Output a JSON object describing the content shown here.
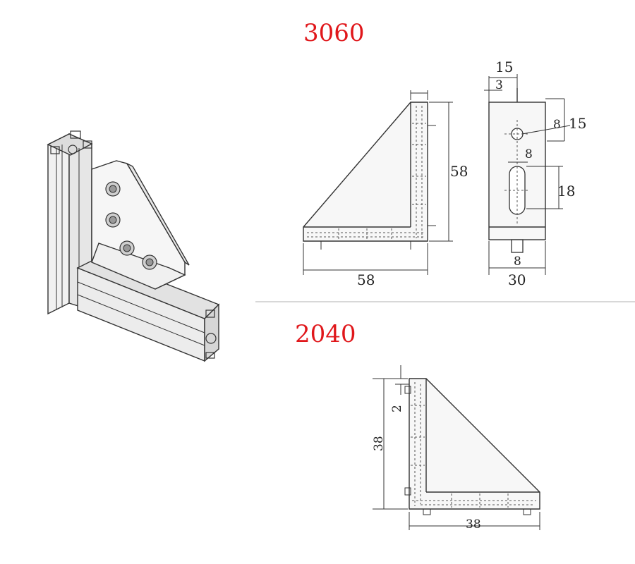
{
  "figure": {
    "section_top": {
      "title": "3060",
      "front_view_dims": {
        "width": "58",
        "height": "58"
      },
      "side_view_dims": {
        "top_width": "15",
        "top_offset": "3",
        "hole_diameter": "8",
        "hole_offset": "15",
        "slot_width": "8",
        "slot_length": "18",
        "stud_width": "8",
        "overall_width": "30"
      }
    },
    "section_bottom": {
      "title": "2040",
      "dims": {
        "thickness": "2",
        "height": "38",
        "width": "38"
      }
    }
  },
  "colors": {
    "title": "#e0171b",
    "line": "#333333",
    "divider": "#cccccc"
  }
}
